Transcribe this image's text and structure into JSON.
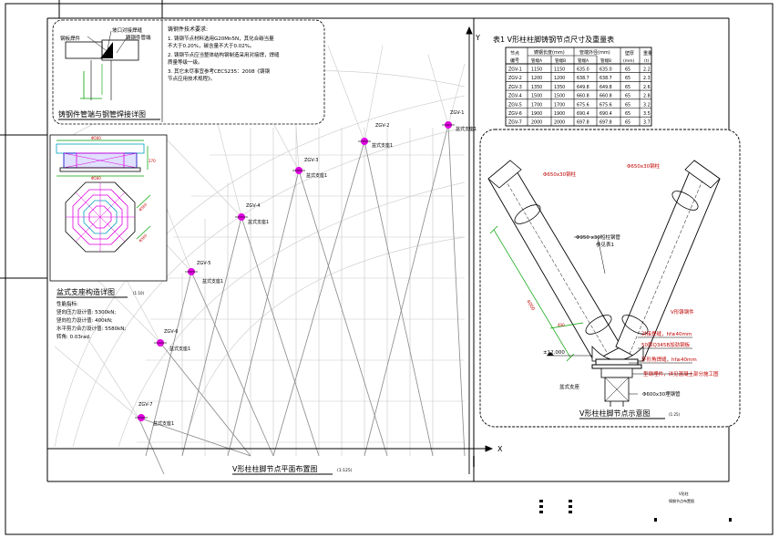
{
  "weld_panel": {
    "title": "铸钢件管端与钢管焊接详图",
    "labels": [
      "钢板焊件",
      "坡口对接焊缝",
      "铸钢件管端"
    ],
    "notes_title": "铸钢件技术要求:",
    "notes": [
      "1. 铸钢节点材料选用G20Mn5N，其化合碳当量",
      "不大于0.20%，碳含量不大于0.02%。",
      "2. 铸钢节点应当整体结构钢制造采用对接焊，焊缝",
      "质量等级一级。",
      "3. 其它未尽事宜参考CECS235：2008《铸钢",
      "节点应用技术规程》。"
    ]
  },
  "bearing_panel": {
    "title": "盆式支座构造详图",
    "scale": "(1:10)",
    "dims": [
      "Φ560",
      "270",
      "Φ560",
      "Φ560",
      "Φ560"
    ],
    "perf_title": "性能指标:",
    "perf": [
      "竖向压力设计值: 5300kN;",
      "竖向拉力设计值: 400kN;",
      "水平剪力合力设计值: 5580kN;",
      "转角: 0.03rad."
    ]
  },
  "plan": {
    "title": "V形柱柱脚节点平面布置图",
    "scale": "(1:125)",
    "axis_x": "X",
    "axis_y": "Y",
    "node_label": "盆式支座1",
    "nodes": [
      "ZGV-1",
      "ZGV-2",
      "ZGV-3",
      "ZGV-4",
      "ZGV-5",
      "ZGV-6",
      "ZGV-7"
    ]
  },
  "table": {
    "title": "表1  V形柱柱脚铸钢节点尺寸及重量表",
    "headers": {
      "node": "节点",
      "node_sub": "编号",
      "len_group": "铸钢长度(mm)",
      "dia_group": "管端外径(mm)",
      "wall": "壁厚",
      "wall_unit": "(mm)",
      "weight": "重量",
      "weight_unit": "(t)",
      "a": "管端A",
      "b": "管端B"
    },
    "rows": [
      [
        "ZGV-1",
        "1150",
        "1150",
        "635.0",
        "635.0",
        "65",
        "2.2"
      ],
      [
        "ZGV-2",
        "1200",
        "1200",
        "638.7",
        "638.7",
        "65",
        "2.3"
      ],
      [
        "ZGV-3",
        "1350",
        "1350",
        "649.8",
        "649.8",
        "65",
        "2.6"
      ],
      [
        "ZGV-4",
        "1500",
        "1500",
        "660.8",
        "660.8",
        "65",
        "2.8"
      ],
      [
        "ZGV-5",
        "1700",
        "1700",
        "675.6",
        "675.6",
        "65",
        "3.2"
      ],
      [
        "ZGV-6",
        "1900",
        "1900",
        "690.4",
        "690.4",
        "65",
        "3.5"
      ],
      [
        "ZGV-7",
        "2000",
        "2000",
        "697.8",
        "697.8",
        "65",
        "3.7"
      ]
    ]
  },
  "vcol": {
    "title": "V形柱柱脚节点示意图",
    "scale": "(1:25)",
    "labels": [
      "Φ650x30钢柱",
      "Φ650x30钢柱",
      "Φ950 x30短柱钢管",
      "参见表1",
      "V形铸钢件",
      "对接焊缝，hf≥40mm",
      "50厚Q345B加劲钢板",
      "环形角焊缝，hf≥40mm",
      "盆式支座",
      "型钢埋件，详见混凝土部分施工图",
      "Φ600x30埋钢管"
    ],
    "elevation": "±12.000",
    "dim": "4000",
    "dim_short": "400"
  },
  "titleblock": {
    "line1": "V形柱",
    "line2": "铸钢节点布置图"
  },
  "colors": {
    "line": "#000000",
    "grid": "#c8c8c8",
    "node": "#e000e0",
    "green": "#00a000",
    "red": "#c00000",
    "blue": "#0000c0",
    "cyan": "#00a0c0"
  }
}
